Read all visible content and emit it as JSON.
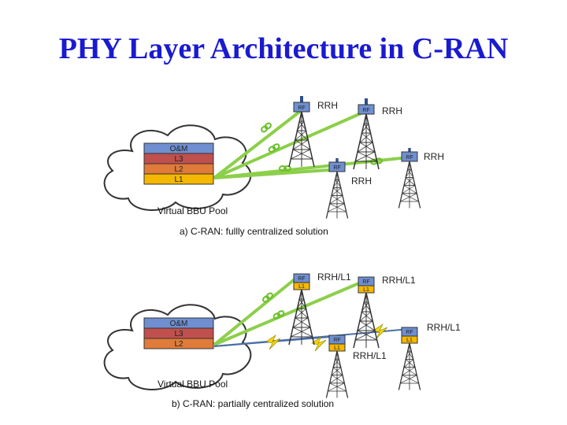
{
  "title": "PHY Layer Architecture in C-RAN",
  "diagram_a": {
    "pool_layers": [
      "O&M",
      "L3",
      "L2",
      "L1"
    ],
    "pool_label": "Virtual BBU Pool",
    "caption": "a) C-RAN: fullly centralized solution",
    "sites": [
      {
        "label": "RRH",
        "rf": "RF"
      },
      {
        "label": "RRH",
        "rf": "RF"
      },
      {
        "label": "RRH",
        "rf": "RF"
      },
      {
        "label": "RRH",
        "rf": "RF"
      }
    ]
  },
  "diagram_b": {
    "pool_layers": [
      "O&M",
      "L3",
      "L2"
    ],
    "pool_label": "Virtual BBU Pool",
    "caption": "b) C-RAN: partially centralized solution",
    "sites": [
      {
        "label": "RRH/L1",
        "rf": "RF",
        "l1": "L1"
      },
      {
        "label": "RRH/L1",
        "rf": "RF",
        "l1": "L1"
      },
      {
        "label": "RRH/L1",
        "rf": "RF",
        "l1": "L1"
      },
      {
        "label": "RRH/L1",
        "rf": "RF",
        "l1": "L1"
      }
    ]
  },
  "colors": {
    "title": "#1a1ad0",
    "om": "#6f8fd0",
    "l3": "#c0504d",
    "l2": "#e07b39",
    "l1": "#f5b800",
    "fiber": "#8ccf4a",
    "wireless": "#4a6fa8",
    "bolt": "#f5d800"
  }
}
